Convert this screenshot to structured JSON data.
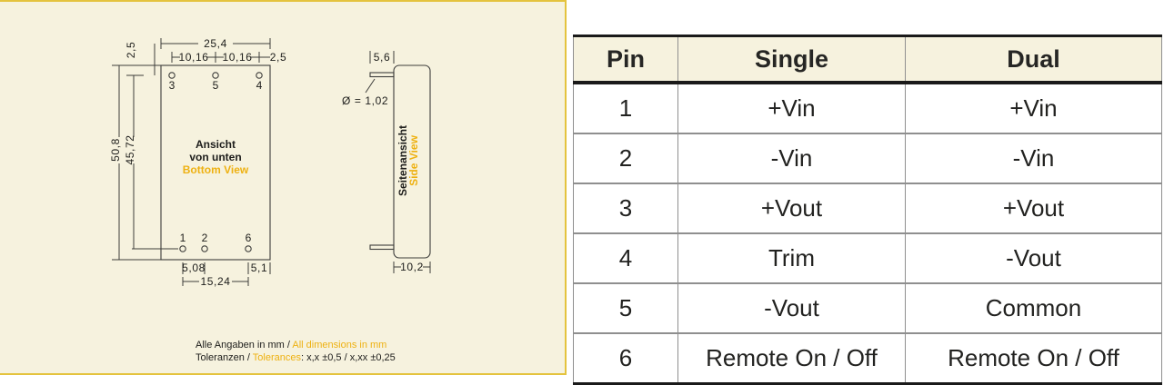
{
  "colors": {
    "panel_background": "#f6f2de",
    "panel_border": "#e4c33e",
    "accent_yellow": "#eeb111",
    "drawing_line": "#3d3d3b",
    "table_heavy_line": "#1a1a1a",
    "table_grid_line": "#8f8f8f"
  },
  "drawing": {
    "bottom_view": {
      "title_line1": "Ansicht",
      "title_line2": "von unten",
      "title_en": "Bottom View",
      "pins_top": [
        "3",
        "5",
        "4"
      ],
      "pins_bottom": [
        "1",
        "2",
        "6"
      ],
      "dim_width": "25,4",
      "dim_pitch_left": "10,16",
      "dim_pitch_right": "10,16",
      "dim_edge_right": "2,5",
      "dim_edge_top": "2,5",
      "dim_height": "50,8",
      "dim_pin_span": "45,72",
      "dim_bottom_left": "5,08",
      "dim_bottom_right": "5,1",
      "dim_bottom_span": "15,24"
    },
    "side_view": {
      "title_de": "Seitenansicht",
      "title_en": "Side View",
      "dim_pin_length": "5,6",
      "dim_pin_diameter": "Ø = 1,02",
      "dim_depth": "10,2"
    },
    "notes": {
      "dims_de": "Alle Angaben in mm / ",
      "dims_en": "All dimensions in mm",
      "tol_de": "Toleranzen / ",
      "tol_en": "Tolerances",
      "tol_values": ": x,x ±0,5 / x,xx ±0,25"
    }
  },
  "pin_table": {
    "headers": [
      "Pin",
      "Single",
      "Dual"
    ],
    "rows": [
      [
        "1",
        "+Vin",
        "+Vin"
      ],
      [
        "2",
        "-Vin",
        "-Vin"
      ],
      [
        "3",
        "+Vout",
        "+Vout"
      ],
      [
        "4",
        "Trim",
        "-Vout"
      ],
      [
        "5",
        "-Vout",
        "Common"
      ],
      [
        "6",
        "Remote On / Off",
        "Remote On / Off"
      ]
    ]
  }
}
